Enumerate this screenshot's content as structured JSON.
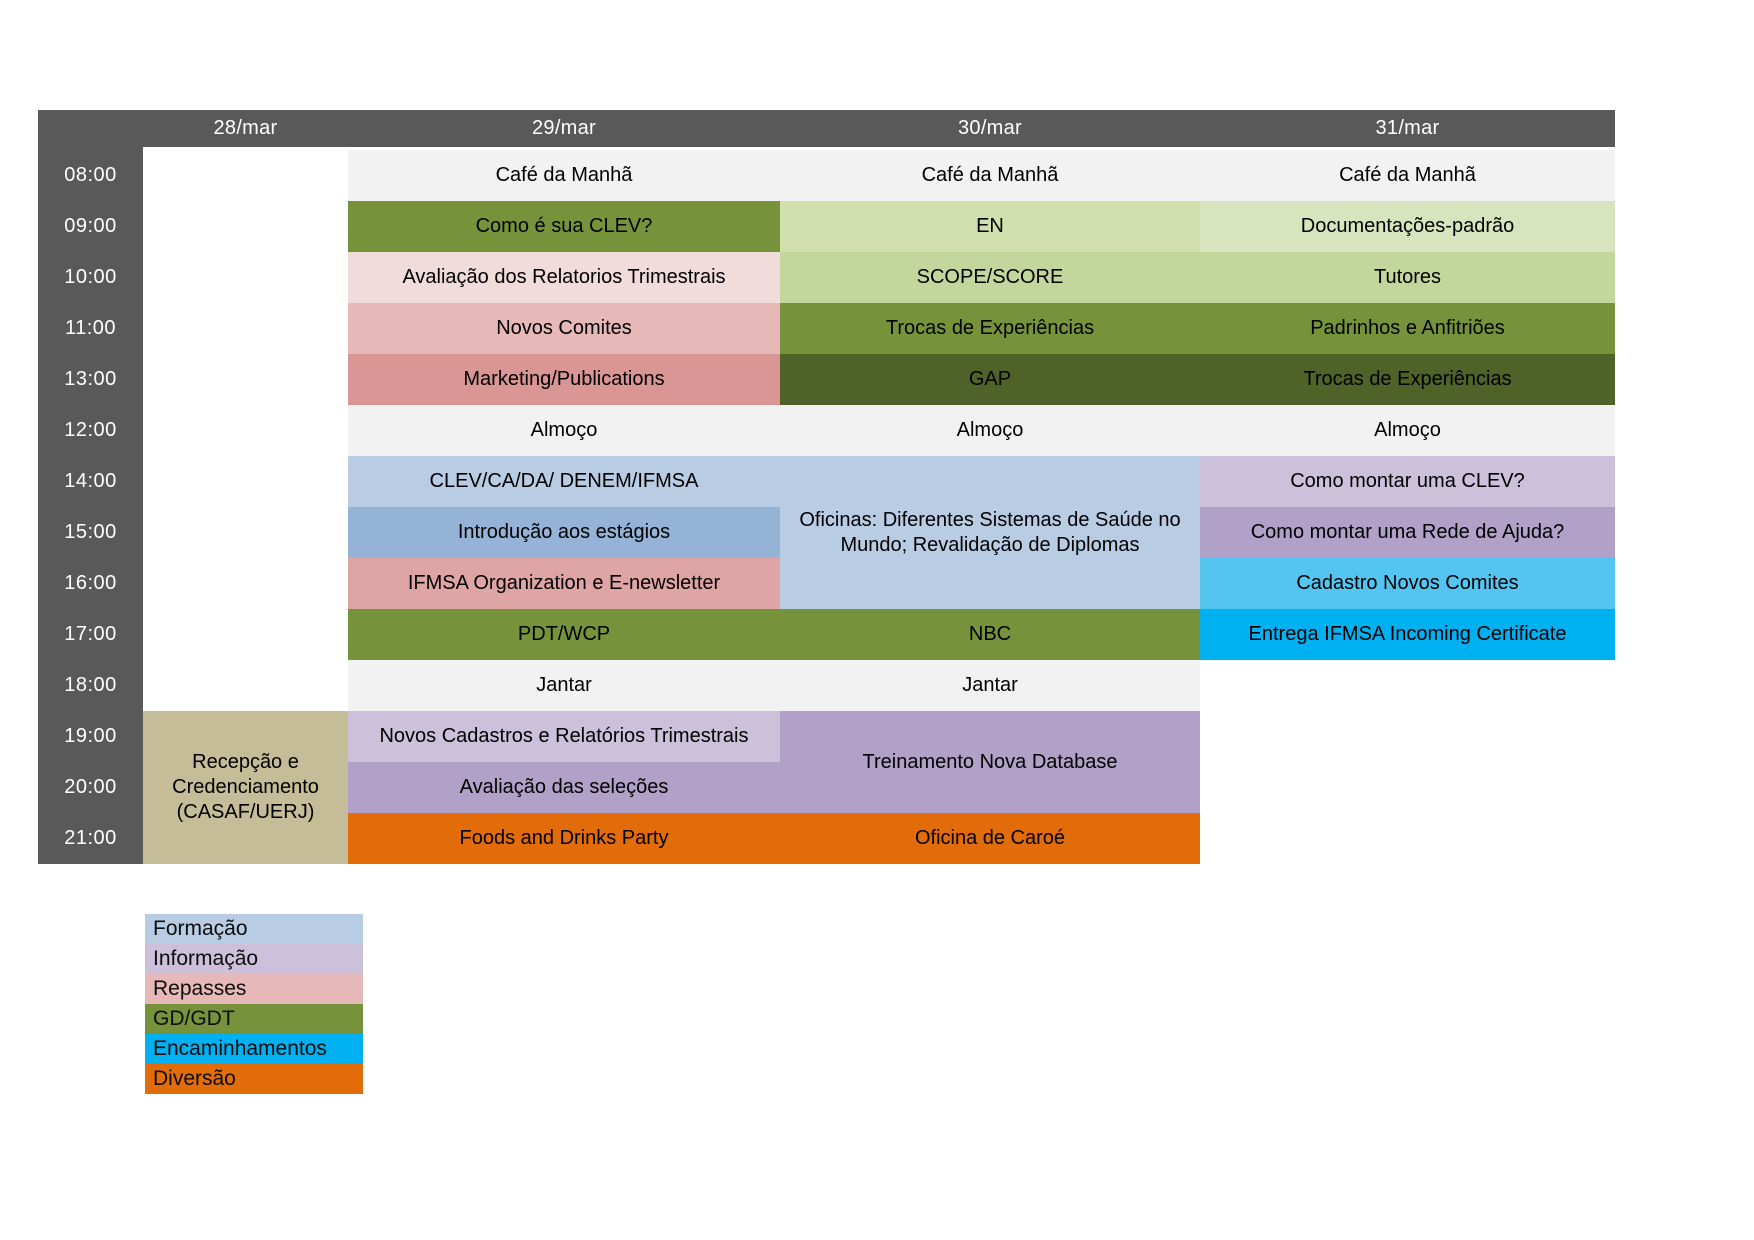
{
  "palette": {
    "header_bg": "#595959",
    "header_text": "#ffffff",
    "page_bg": "#ffffff",
    "cell_text": "#000000",
    "meal": "#f2f2f2",
    "olive": "#76933c",
    "dark_olive": "#4f6228",
    "green_light": "#c3d69b",
    "green_pale_en": "#d0dfac",
    "green_pale": "#d7e4bd",
    "pink_pale": "#f2dcdb",
    "pink": "#e6b8b7",
    "pink_mid": "#dfa5a4",
    "rose": "#d99694",
    "blue_light": "#b8cce4",
    "blue_mid": "#95b3d7",
    "lavender": "#ccc0da",
    "purple_mid": "#b1a0c7",
    "khaki": "#c4bd97",
    "orange": "#e36c0a",
    "cyan_bright": "#00b0f0",
    "cyan_light": "#54c5f0"
  },
  "header": {
    "dates": [
      "28/mar",
      "29/mar",
      "30/mar",
      "31/mar"
    ]
  },
  "times": [
    "08:00",
    "09:00",
    "10:00",
    "11:00",
    "13:00",
    "12:00",
    "14:00",
    "15:00",
    "16:00",
    "17:00",
    "18:00",
    "19:00",
    "20:00",
    "21:00"
  ],
  "events": [
    {
      "day": 0,
      "row": 11,
      "rowspan": 3,
      "text": "Recepção e Credenciamento (CASAF/UERJ)",
      "color": "khaki"
    },
    {
      "day": 1,
      "row": 0,
      "rowspan": 1,
      "text": "Café da Manhã",
      "color": "meal"
    },
    {
      "day": 1,
      "row": 1,
      "rowspan": 1,
      "text": "Como é sua CLEV?",
      "color": "olive"
    },
    {
      "day": 1,
      "row": 2,
      "rowspan": 1,
      "text": "Avaliação dos Relatorios Trimestrais",
      "color": "pink_pale"
    },
    {
      "day": 1,
      "row": 3,
      "rowspan": 1,
      "text": "Novos Comites",
      "color": "pink"
    },
    {
      "day": 1,
      "row": 4,
      "rowspan": 1,
      "text": "Marketing/Publications",
      "color": "rose"
    },
    {
      "day": 1,
      "row": 5,
      "rowspan": 1,
      "text": "Almoço",
      "color": "meal"
    },
    {
      "day": 1,
      "row": 6,
      "rowspan": 1,
      "text": "CLEV/CA/DA/ DENEM/IFMSA",
      "color": "blue_light"
    },
    {
      "day": 1,
      "row": 7,
      "rowspan": 1,
      "text": "Introdução aos estágios",
      "color": "blue_mid"
    },
    {
      "day": 1,
      "row": 8,
      "rowspan": 1,
      "text": "IFMSA Organization e E-newsletter",
      "color": "pink_mid"
    },
    {
      "day": 1,
      "row": 9,
      "rowspan": 1,
      "text": "PDT/WCP",
      "color": "olive"
    },
    {
      "day": 1,
      "row": 10,
      "rowspan": 1,
      "text": "Jantar",
      "color": "meal"
    },
    {
      "day": 1,
      "row": 11,
      "rowspan": 1,
      "text": "Novos Cadastros e Relatórios Trimestrais",
      "color": "lavender"
    },
    {
      "day": 1,
      "row": 12,
      "rowspan": 1,
      "text": "Avaliação das seleções",
      "color": "purple_mid"
    },
    {
      "day": 1,
      "row": 13,
      "rowspan": 1,
      "text": "Foods and Drinks Party",
      "color": "orange"
    },
    {
      "day": 2,
      "row": 0,
      "rowspan": 1,
      "text": "Café da Manhã",
      "color": "meal"
    },
    {
      "day": 2,
      "row": 1,
      "rowspan": 1,
      "text": "EN",
      "color": "green_pale_en"
    },
    {
      "day": 2,
      "row": 2,
      "rowspan": 1,
      "text": "SCOPE/SCORE",
      "color": "green_light"
    },
    {
      "day": 2,
      "row": 3,
      "rowspan": 1,
      "text": "Trocas de Experiências",
      "color": "olive"
    },
    {
      "day": 2,
      "row": 4,
      "rowspan": 1,
      "text": "GAP",
      "color": "dark_olive"
    },
    {
      "day": 2,
      "row": 5,
      "rowspan": 1,
      "text": "Almoço",
      "color": "meal"
    },
    {
      "day": 2,
      "row": 6,
      "rowspan": 3,
      "text": "Oficinas: Diferentes Sistemas de Saúde no Mundo; Revalidação de Diplomas",
      "color": "blue_light"
    },
    {
      "day": 2,
      "row": 9,
      "rowspan": 1,
      "text": "NBC",
      "color": "olive"
    },
    {
      "day": 2,
      "row": 10,
      "rowspan": 1,
      "text": "Jantar",
      "color": "meal"
    },
    {
      "day": 2,
      "row": 11,
      "rowspan": 2,
      "text": "Treinamento Nova Database",
      "color": "purple_mid"
    },
    {
      "day": 2,
      "row": 13,
      "rowspan": 1,
      "text": "Oficina de Caroé",
      "color": "orange"
    },
    {
      "day": 3,
      "row": 0,
      "rowspan": 1,
      "text": "Café da Manhã",
      "color": "meal"
    },
    {
      "day": 3,
      "row": 1,
      "rowspan": 1,
      "text": "Documentações-padrão",
      "color": "green_pale"
    },
    {
      "day": 3,
      "row": 2,
      "rowspan": 1,
      "text": "Tutores",
      "color": "green_light"
    },
    {
      "day": 3,
      "row": 3,
      "rowspan": 1,
      "text": "Padrinhos e Anfitriões",
      "color": "olive"
    },
    {
      "day": 3,
      "row": 4,
      "rowspan": 1,
      "text": "Trocas de Experiências",
      "color": "dark_olive"
    },
    {
      "day": 3,
      "row": 5,
      "rowspan": 1,
      "text": "Almoço",
      "color": "meal"
    },
    {
      "day": 3,
      "row": 6,
      "rowspan": 1,
      "text": "Como montar uma CLEV?",
      "color": "lavender"
    },
    {
      "day": 3,
      "row": 7,
      "rowspan": 1,
      "text": "Como montar uma Rede de Ajuda?",
      "color": "purple_mid"
    },
    {
      "day": 3,
      "row": 8,
      "rowspan": 1,
      "text": "Cadastro Novos Comites",
      "color": "cyan_light"
    },
    {
      "day": 3,
      "row": 9,
      "rowspan": 1,
      "text": "Entrega IFMSA Incoming Certificate",
      "color": "cyan_bright"
    }
  ],
  "legend": {
    "items": [
      {
        "label": "Formação",
        "color": "blue_light"
      },
      {
        "label": "Informação",
        "color": "lavender"
      },
      {
        "label": "Repasses",
        "color": "pink"
      },
      {
        "label": "GD/GDT",
        "color": "olive"
      },
      {
        "label": "Encaminhamentos",
        "color": "cyan_bright"
      },
      {
        "label": "Diversão",
        "color": "orange"
      }
    ]
  }
}
